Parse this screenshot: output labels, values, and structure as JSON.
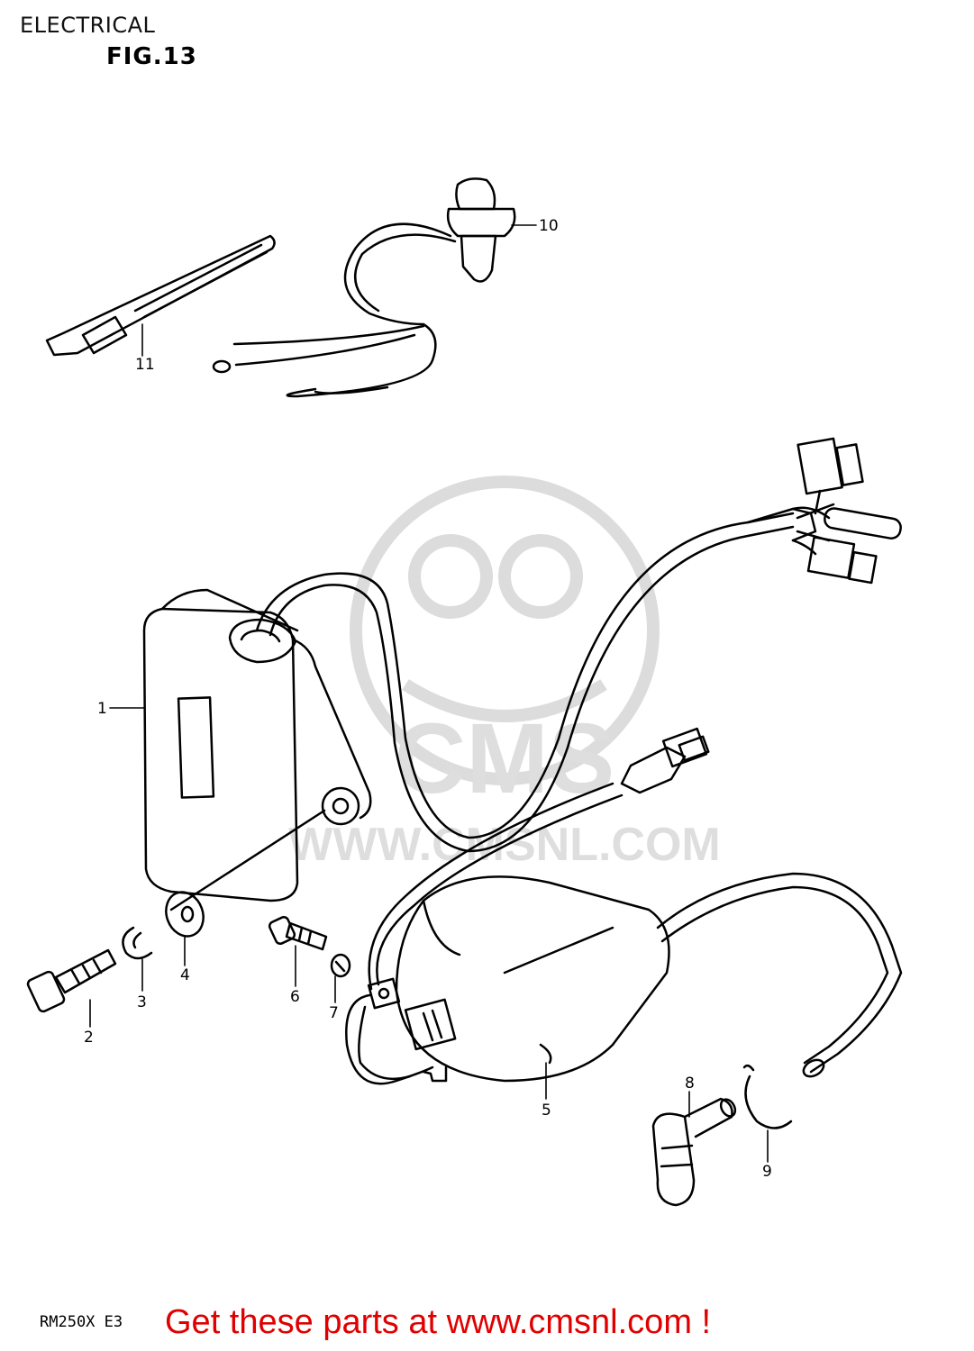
{
  "header": {
    "section_title": "ELECTRICAL",
    "figure_label": "FIG.13"
  },
  "watermark": {
    "brand": "CMS",
    "url": "WWW.CMSNL.COM"
  },
  "callouts": {
    "p1": "1",
    "p2": "2",
    "p3": "3",
    "p4": "4",
    "p5": "5",
    "p6": "6",
    "p7": "7",
    "p8": "8",
    "p9": "9",
    "p10": "10",
    "p11": "11"
  },
  "footer": {
    "model_code": "RM250X E3",
    "promo_text": "Get these parts at www.cmsnl.com !"
  },
  "colors": {
    "line": "#000000",
    "watermark": "#d9d9d9",
    "promo": "#e00000"
  }
}
